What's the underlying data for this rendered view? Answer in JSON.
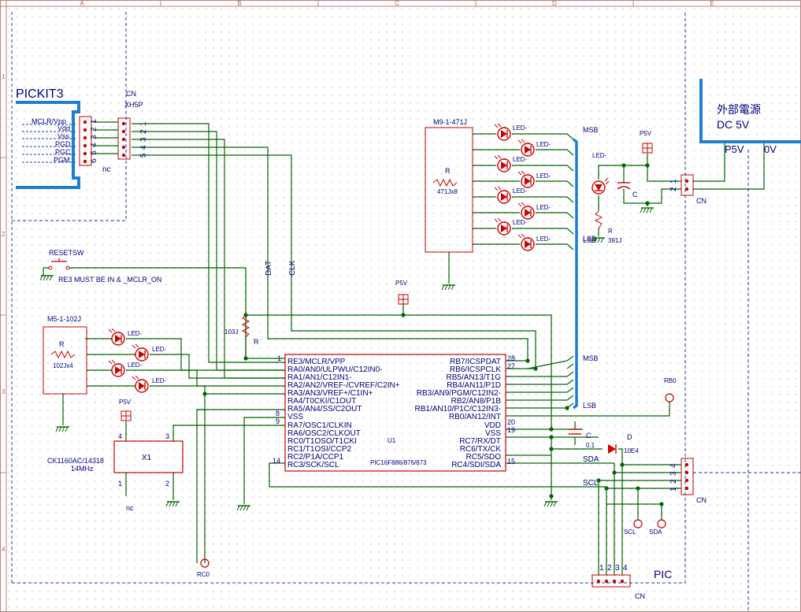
{
  "border": {
    "columns": [
      "A",
      "B",
      "C",
      "D",
      "E"
    ],
    "rows": [
      "1",
      "2",
      "3",
      "4"
    ]
  },
  "pickit": {
    "title": "PICKIT3",
    "pins": [
      "MCLR/Vpp",
      "Vdd",
      "Vss",
      "PGD",
      "PGC",
      "PGM"
    ],
    "numbers": [
      "6",
      "5",
      "4",
      "3",
      "2",
      "1"
    ],
    "nc": "nc"
  },
  "cn_xh5p": {
    "ref": "CN",
    "type": "XH5P",
    "numbers": [
      "5",
      "4",
      "3",
      "2",
      "1"
    ]
  },
  "reset": {
    "label": "RESETSW",
    "note": "RE3 MUST BE IN & _MCLR_ON"
  },
  "bar_left": {
    "part": "M5-1-102J",
    "res_label": "R",
    "res_value": "102Jx4",
    "led_labels": [
      "LED-",
      "LED-",
      "LED-",
      "LED-"
    ]
  },
  "bar_top": {
    "part": "M9-1-471J",
    "res_label": "R",
    "res_value": "471Jx8",
    "led_labels": [
      "LED-",
      "LED-",
      "LED-",
      "LED-",
      "LED-",
      "LED-",
      "LED-",
      "LED-"
    ],
    "msb": "MSB",
    "lsb": "LSB"
  },
  "pullup": {
    "value": "103J",
    "label": "R"
  },
  "nets": {
    "dat": "DAT",
    "clk": "CLK",
    "p5v": "P5V",
    "rb0": "RB0",
    "rc0": "RC0",
    "sda": "SDA",
    "scl": "SCL",
    "msb": "MSB",
    "lsb": "LSB"
  },
  "mcu": {
    "ref": "U1",
    "part": "PIC16F886/876/873",
    "left_pins": [
      "RE3/MCLR/VPP",
      "RA0/AN0/ULPWU/C12IN0-",
      "RA1/AN1/C12IN1-",
      "RA2/AN2/VREF-/CVREF/C2IN+",
      "RA3/AN3/VREF+/C1IN+",
      "RA4/T0CKI/C1OUT",
      "RA5/AN4/SS/C2OUT",
      "VSS",
      "RA7/OSC1/CLKIN",
      "RA6/OSC2/CLKOUT",
      "RC0/T1OSO/T1CKI",
      "RC1/T1OSI/CCP2",
      "RC2/P1A/CCP1",
      "RC3/SCK/SCL"
    ],
    "right_pins": [
      "RB7/ICSPDAT",
      "RB6/ICSPCLK",
      "RB5/AN13/T1G",
      "RB4/AN11/P1D",
      "RB3/AN9/PGM/C12IN2-",
      "RB2/AN8/P1B",
      "RB1/AN10/P1C/C12IN3-",
      "RB0/AN12/INT",
      "VDD",
      "VSS",
      "RC7/RX/DT",
      "RC6/TX/CK",
      "RC5/SDO",
      "RC4/SDI/SDA"
    ],
    "pin_numbers": {
      "p1": "1",
      "p8": "8",
      "p9": "9",
      "p14": "14",
      "p28": "28",
      "p27": "27",
      "p20": "20",
      "p19": "19",
      "p15": "15"
    }
  },
  "crystal": {
    "ref": "X1",
    "part": "CK1160AC/14318",
    "freq": "14MHz",
    "pins": [
      "4",
      "3",
      "1",
      "2"
    ],
    "nc": "nc"
  },
  "cap_bypass": {
    "label": "C",
    "value": "0.1"
  },
  "diode": {
    "label": "D",
    "value": "10E4"
  },
  "cn_i2c": {
    "ref": "CN",
    "numbers": [
      "1",
      "2",
      "3",
      "4"
    ]
  },
  "cn_bottom": {
    "ref": "CN",
    "numbers": [
      "1",
      "2",
      "3",
      "4"
    ],
    "label": "PIC"
  },
  "power": {
    "title": "外部電源",
    "spec": "DC 5V",
    "p5v": "P5V",
    "zero": "0V",
    "cn_ref": "CN",
    "cn_numbers": [
      "1",
      "2"
    ],
    "led_label": "LED-",
    "res_label": "R",
    "res_value": "391J",
    "cap_label": "C"
  }
}
